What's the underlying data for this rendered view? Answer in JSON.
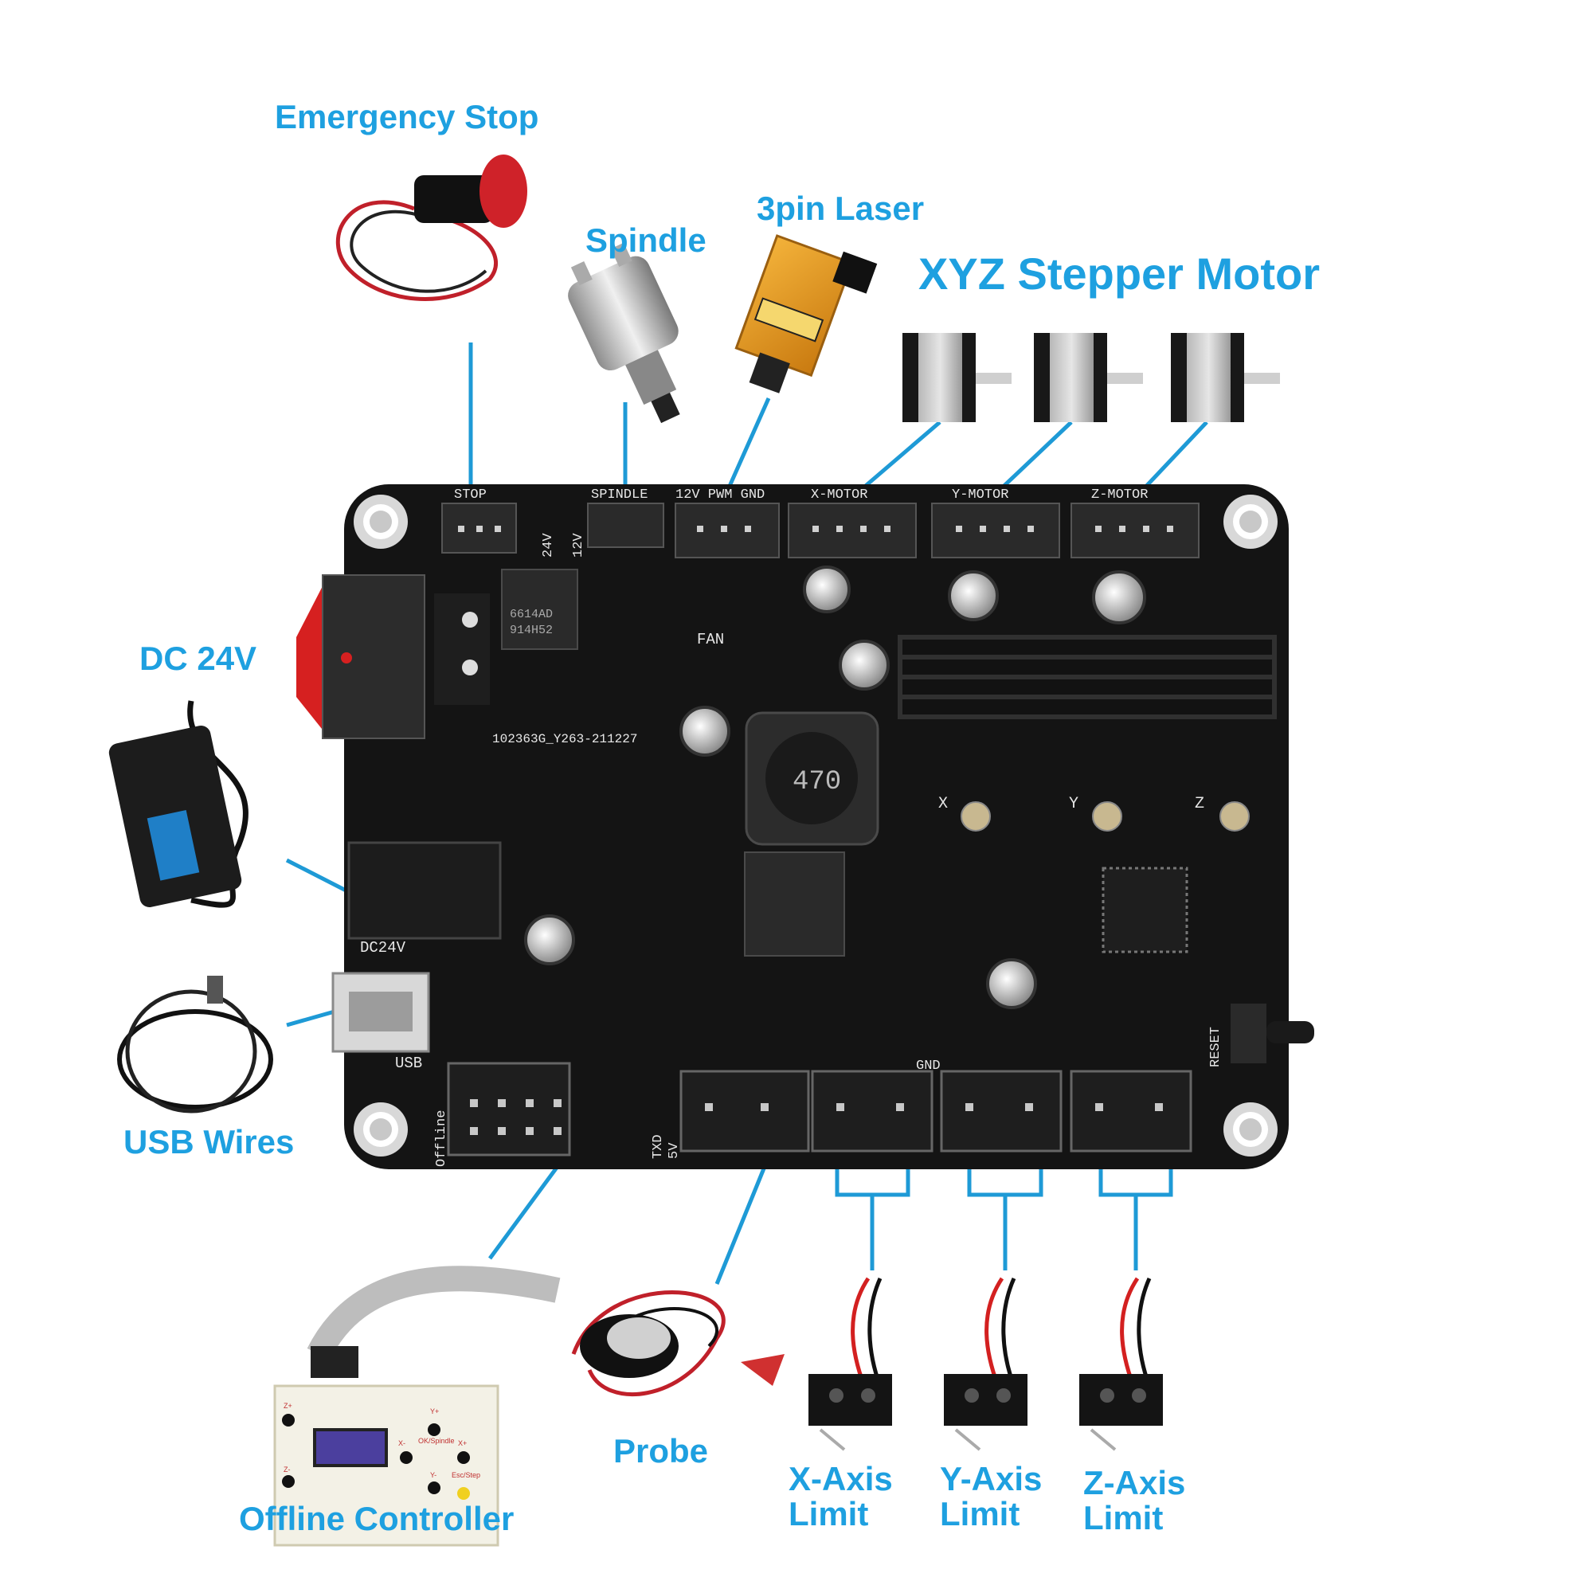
{
  "colors": {
    "label": "#1ea0e0",
    "connector_line": "#1e9ad6",
    "board": "#141414",
    "silkscreen": "#e8e8e8"
  },
  "labels": {
    "emergency_stop": "Emergency Stop",
    "spindle": "Spindle",
    "laser": "3pin Laser",
    "stepper_motor": "XYZ Stepper Motor",
    "dc_power": "DC 24V",
    "usb_wires": "USB Wires",
    "offline_controller": "Offline Controller",
    "probe": "Probe",
    "x_limit": [
      "X-Axis",
      "Limit"
    ],
    "y_limit": [
      "Y-Axis",
      "Limit"
    ],
    "z_limit": [
      "Z-Axis",
      "Limit"
    ]
  },
  "board": {
    "stop": "STOP",
    "spindle": "SPINDLE",
    "laser_header": "12V PWM GND",
    "x_motor": "X-MOTOR",
    "y_motor": "Y-MOTOR",
    "z_motor": "Z-MOTOR",
    "fan": "FAN",
    "v24": "24V",
    "v12": "12V",
    "serial": "102363G_Y263-211227",
    "dc24v": "DC24V",
    "usb": "USB",
    "gnd": "GND",
    "reset": "RESET",
    "txd": "TXD",
    "v5": "5V",
    "offline": "Offline",
    "inductor": "470",
    "driver_x": "X",
    "driver_y": "Y",
    "driver_z": "Z",
    "mosfet": "6614AD",
    "mosfet_code": "914H52"
  },
  "devices": {
    "controller_keys": [
      "Z+",
      "Y+",
      "X-",
      "OK/Spindle",
      "X+",
      "Y-",
      "Esc/Step",
      "Z-"
    ]
  }
}
